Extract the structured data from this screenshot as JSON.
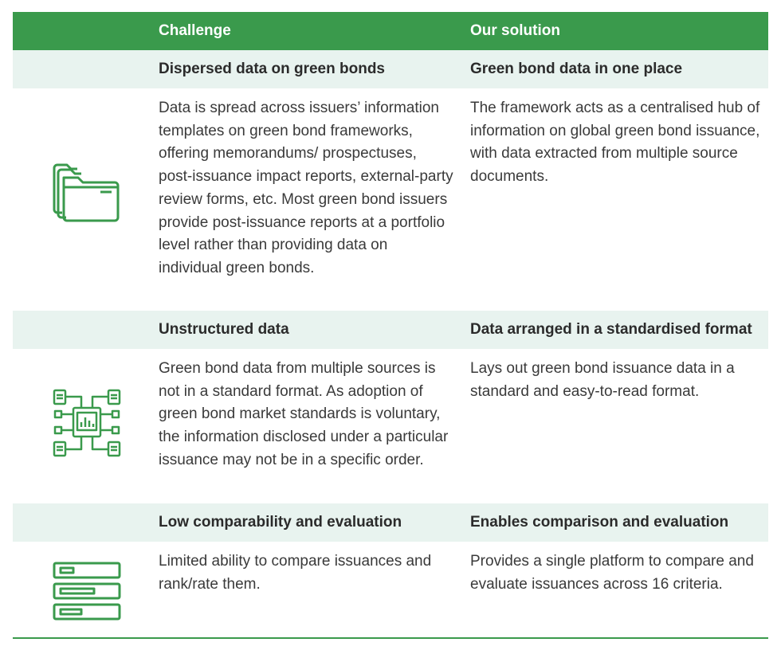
{
  "header": {
    "challenge": "Challenge",
    "solution": "Our solution"
  },
  "rows": [
    {
      "icon": "folder-stack-icon",
      "challenge_title": "Dispersed data on green bonds",
      "solution_title": "Green bond data in one place",
      "challenge_text": "Data is spread across issuers’ information templates on green bond frameworks, offering memorandums/ prospectuses, post-issuance impact reports, external-party review forms, etc. Most green bond issuers provide post-issuance reports at a portfolio level rather than providing data on individual green bonds.",
      "solution_text": "The framework acts as a centralised hub of information on global green bond issuance, with data extracted from multiple source documents."
    },
    {
      "icon": "data-network-icon",
      "challenge_title": "Unstructured data",
      "solution_title": "Data arranged in a standardised format",
      "challenge_text": "Green bond data from multiple sources is not in a standard format. As adoption of green bond market standards is voluntary, the information disclosed under a particular issuance may not be in a specific order.",
      "solution_text": "Lays out green bond issuance data in a standard and easy-to-read format."
    },
    {
      "icon": "stacked-bars-icon",
      "challenge_title": "Low comparability and evaluation",
      "solution_title": "Enables comparison and evaluation",
      "challenge_text": "Limited ability to compare issuances and rank/rate them.",
      "solution_text": "Provides a single platform to compare and evaluate issuances across 16 criteria."
    }
  ],
  "colors": {
    "accent": "#3a9a4c",
    "subheader_bg": "#e8f3ef"
  }
}
